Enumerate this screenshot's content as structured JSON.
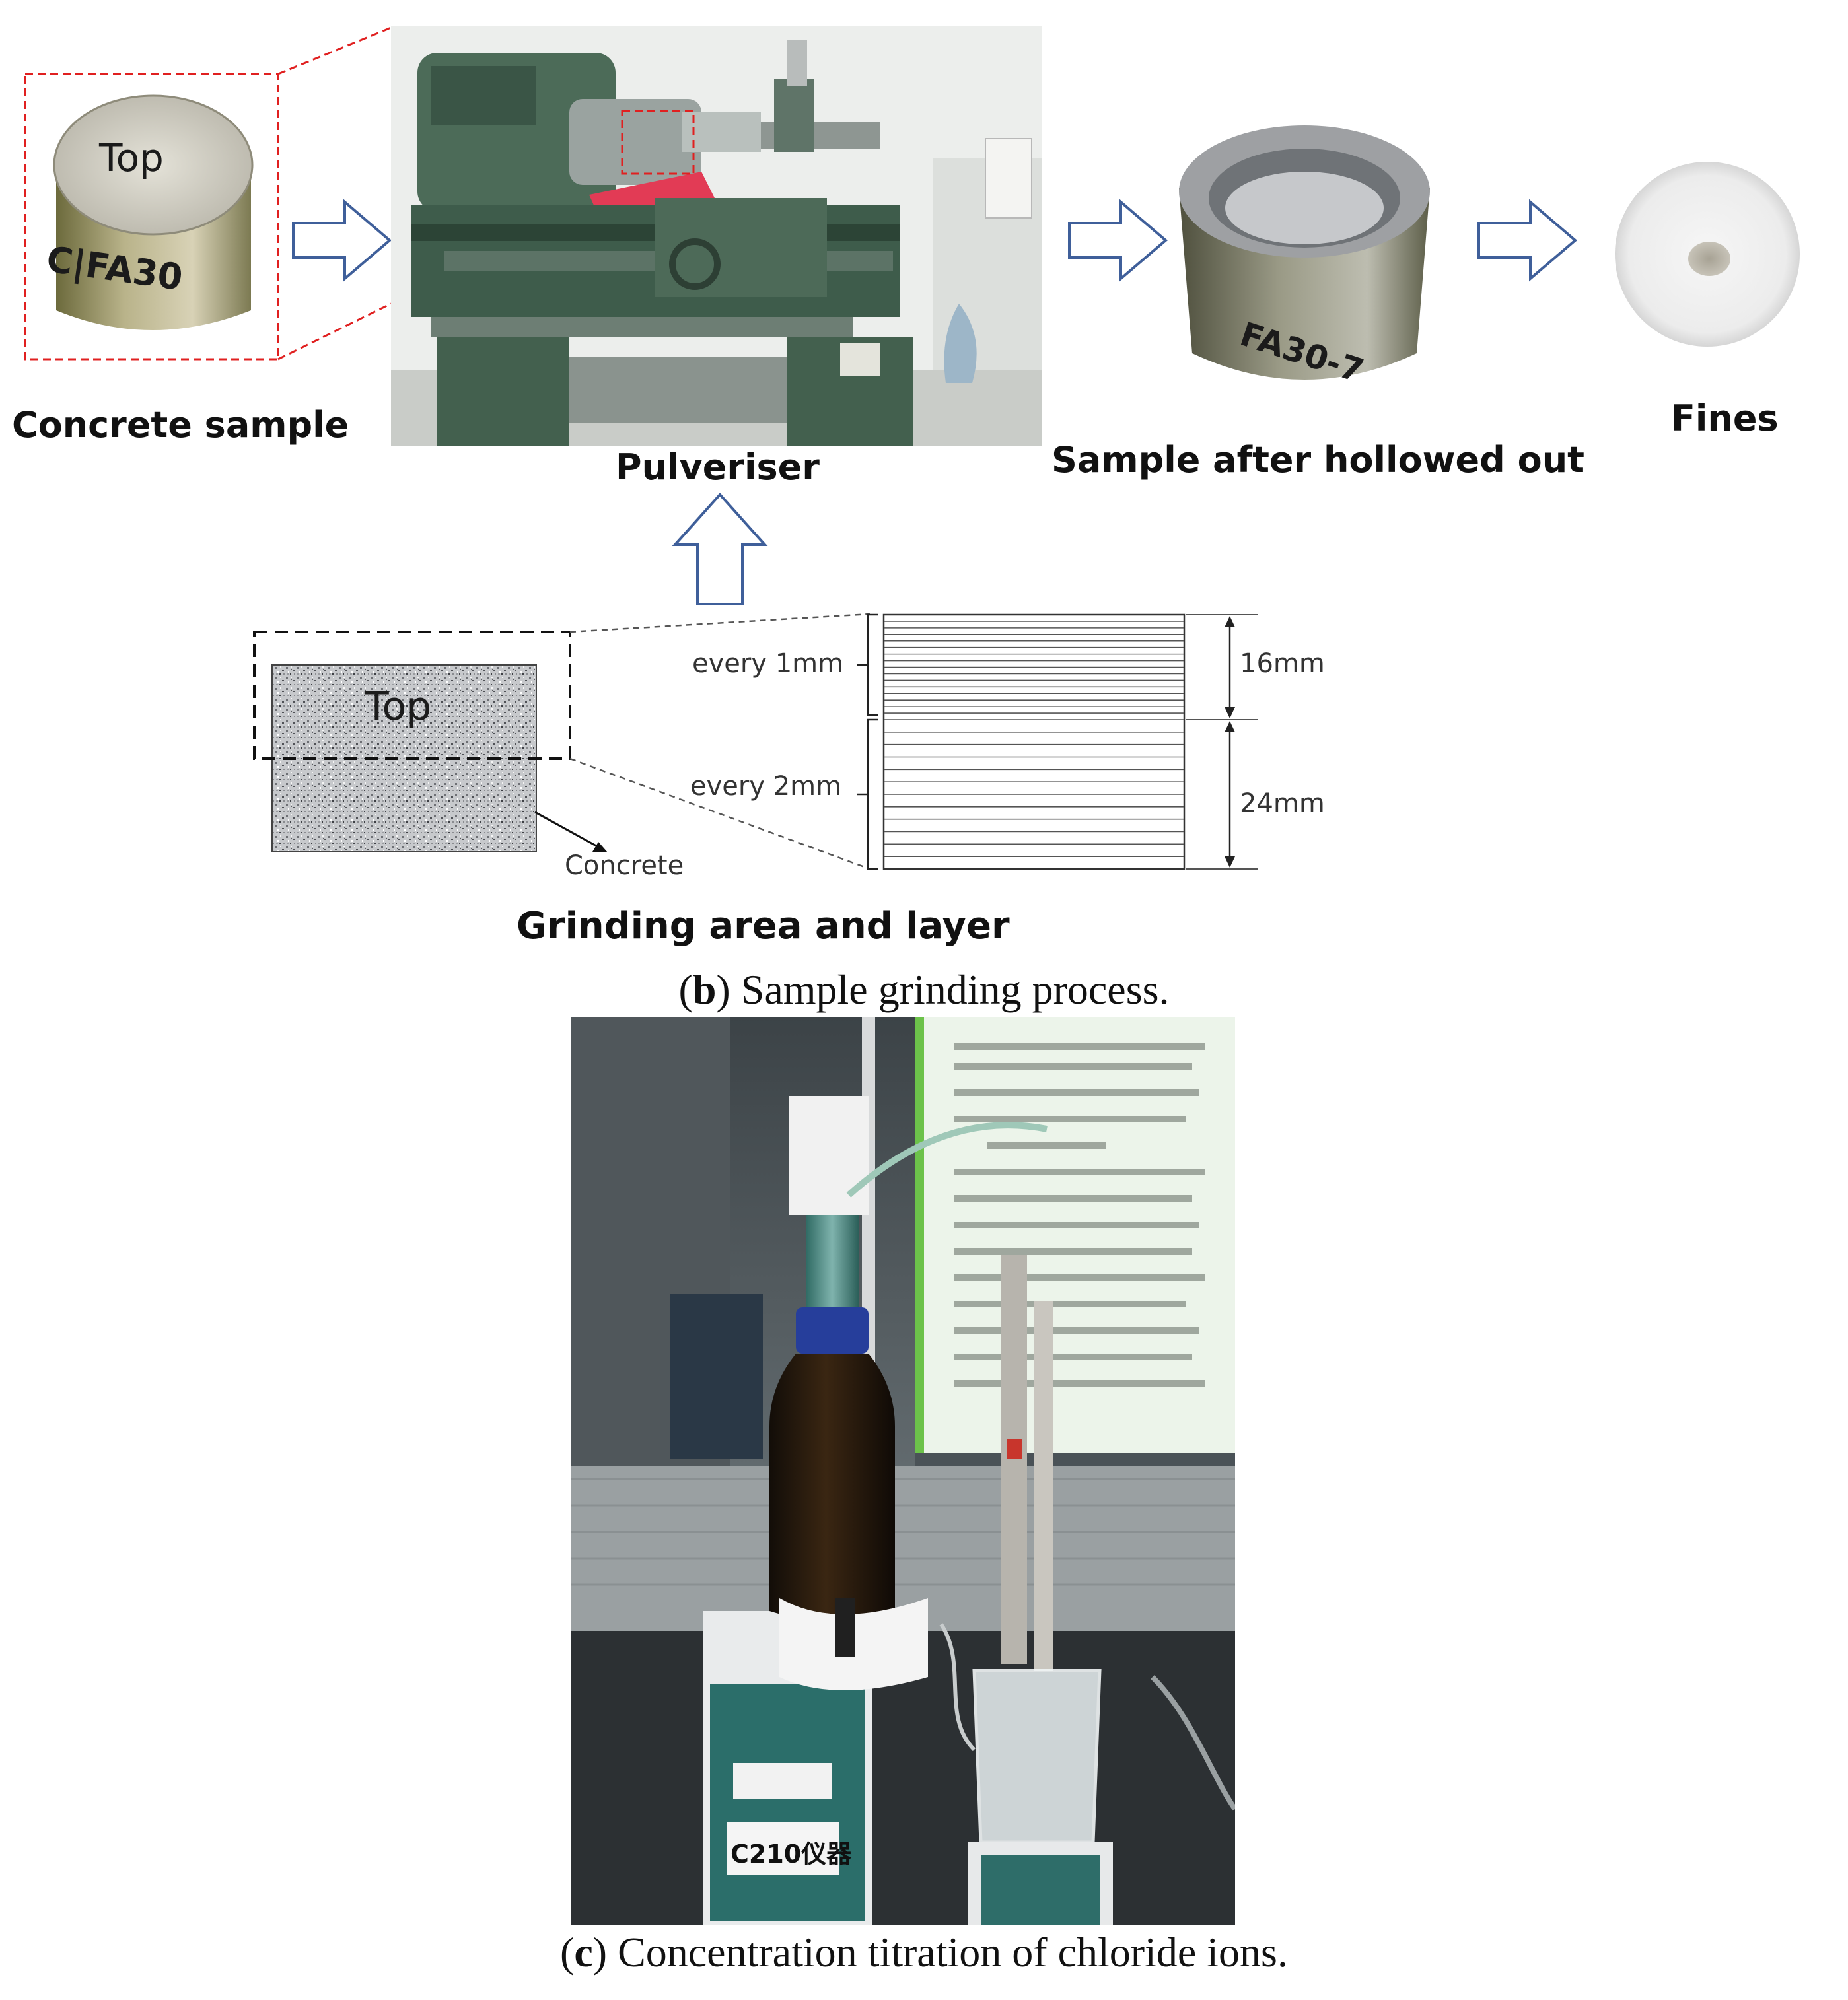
{
  "panel_b": {
    "labels": {
      "concrete_sample": "Concrete sample",
      "pulveriser": "Pulveriser",
      "sample_after": "Sample after hollowed out",
      "fines": "Fines",
      "grinding_area": "Grinding area and layer"
    },
    "photo_text": {
      "top_on_sample": "Top",
      "marker_on_sample": "C|FA30",
      "marker_on_hollowed": "FA30-7"
    },
    "diagram": {
      "top_label": "Top",
      "concrete_label": "Concrete",
      "layer1_label": "every 1mm",
      "layer2_label": "every 2mm",
      "dim1": "16mm",
      "dim2": "24mm",
      "layer1_count": 16,
      "layer2_count": 12
    },
    "caption_letter": "b",
    "caption_text": ") Sample grinding process."
  },
  "panel_c": {
    "caption_letter": "c",
    "caption_text": ") Concentration titration of chloride ions.",
    "instrument_label": "C210仪器"
  },
  "colors": {
    "arrow_blue": "#3f5f9a",
    "dashed_red": "#e02020"
  }
}
